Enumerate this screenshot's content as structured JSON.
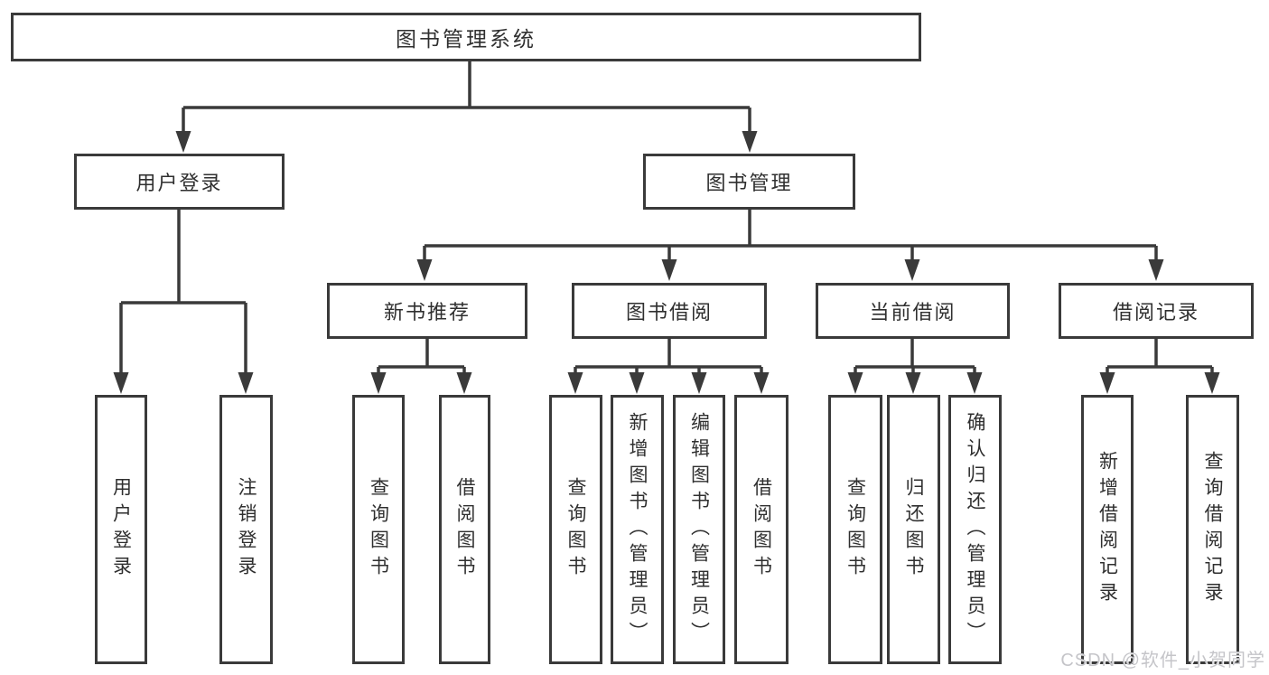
{
  "tree": {
    "label": "图书管理系统",
    "children": [
      {
        "label": "用户登录",
        "children": [
          {
            "label": "用户登录"
          },
          {
            "label": "注销登录"
          }
        ]
      },
      {
        "label": "图书管理",
        "children": [
          {
            "label": "新书推荐",
            "children": [
              {
                "label": "查询图书"
              },
              {
                "label": "借阅图书"
              }
            ]
          },
          {
            "label": "图书借阅",
            "children": [
              {
                "label": "查询图书"
              },
              {
                "label": "新增图书（管理员）"
              },
              {
                "label": "编辑图书（管理员）"
              },
              {
                "label": "借阅图书"
              }
            ]
          },
          {
            "label": "当前借阅",
            "children": [
              {
                "label": "查询图书"
              },
              {
                "label": "归还图书"
              },
              {
                "label": "确认归还（管理员）"
              }
            ]
          },
          {
            "label": "借阅记录",
            "children": [
              {
                "label": "新增借阅记录"
              },
              {
                "label": "查询借阅记录"
              }
            ]
          }
        ]
      }
    ]
  },
  "watermark": {
    "text": "CSDN @软件_小贺同学"
  },
  "colors": {
    "line": "#3a3a3a",
    "box_border": "#3a3a3a",
    "box_background": "#ffffff",
    "text": "#2f2f2f",
    "watermark": "#c5c5c9"
  }
}
